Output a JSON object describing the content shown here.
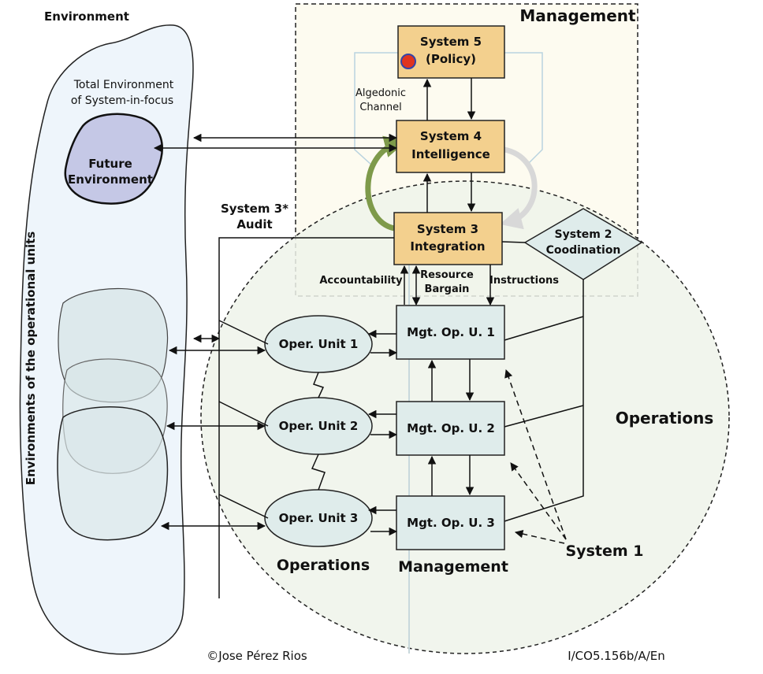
{
  "environment": {
    "title": "Environment",
    "total_line1": "Total Environment",
    "total_line2": "of System-in-focus",
    "future_line1": "Future",
    "future_line2": "Environment",
    "operational_units": "Environments of the operational units"
  },
  "management_region": {
    "title": "Management"
  },
  "operations_region": {
    "title": "Operations"
  },
  "system5": {
    "line1": "System 5",
    "line2": "(Policy)"
  },
  "system4": {
    "line1": "System 4",
    "line2": "Intelligence"
  },
  "system3": {
    "line1": "System 3",
    "line2": "Integration"
  },
  "system2": {
    "line1": "System 2",
    "line2": "Coodination"
  },
  "algedonic": {
    "line1": "Algedonic",
    "line2": "Channel"
  },
  "audit": {
    "line1": "System 3*",
    "line2": "Audit"
  },
  "channels": {
    "accountability": "Accountability",
    "resource_line1": "Resource",
    "resource_line2": "Bargain",
    "instructions": "Instructions"
  },
  "units": [
    {
      "oper": "Oper. Unit 1",
      "mgt": "Mgt. Op. U. 1"
    },
    {
      "oper": "Oper. Unit 2",
      "mgt": "Mgt. Op. U. 2"
    },
    {
      "oper": "Oper. Unit 3",
      "mgt": "Mgt. Op. U. 3"
    }
  ],
  "bottom_labels": {
    "operations": "Operations",
    "management": "Management",
    "system1": "System 1"
  },
  "footer": {
    "copyright": "©Jose Pérez Rios",
    "code": "I/CO5.156b/A/En"
  },
  "colors": {
    "system_box": "#f3d08e",
    "future_env": "#c5c8e6",
    "environment": "#eef5fb",
    "op_env": "#d8e6e8",
    "management_bg": "#fdfbf0",
    "operations_bg": "#eef3ea",
    "unit_fill": "#dfeceb",
    "green_arrow": "#7e9a4a",
    "grey_arrow": "#d8d8d8",
    "algedonic_dot": "#e0341f"
  }
}
